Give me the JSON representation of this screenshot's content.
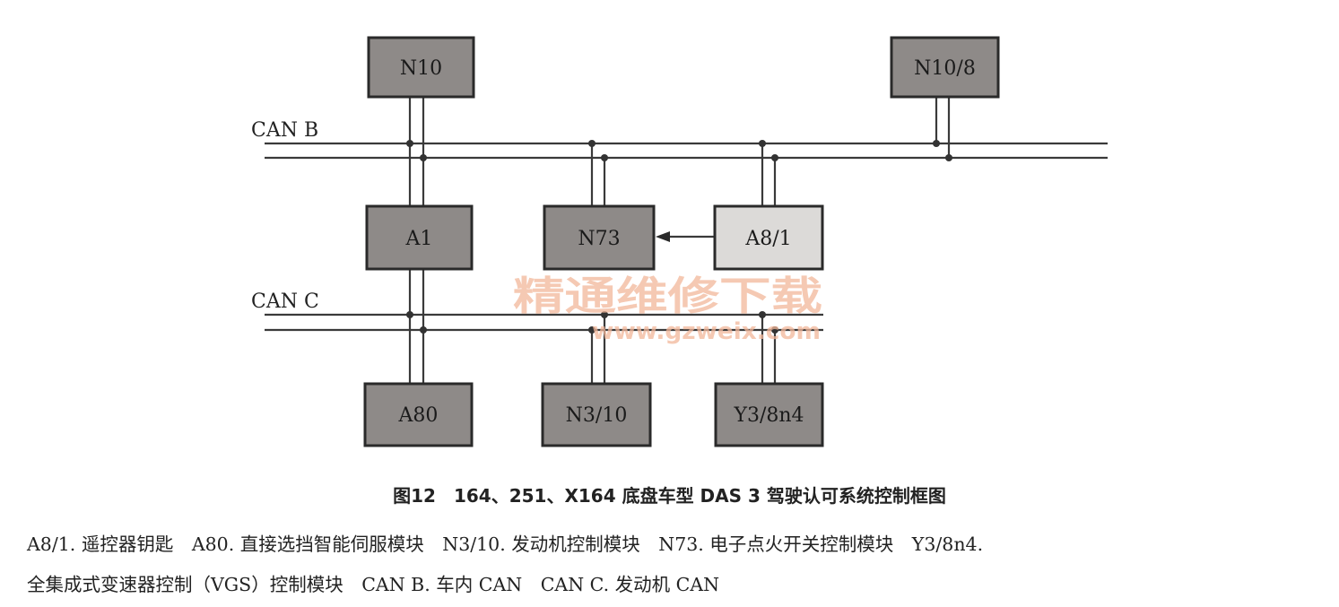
{
  "buses": [
    {
      "id": "canb",
      "label": "CAN B"
    },
    {
      "id": "canc",
      "label": "CAN C"
    }
  ],
  "nodes": [
    {
      "id": "N10",
      "label": "N10",
      "fill": "#8e8a88"
    },
    {
      "id": "N10_8",
      "label": "N10/8",
      "fill": "#8e8a88"
    },
    {
      "id": "A1",
      "label": "A1",
      "fill": "#8e8a88"
    },
    {
      "id": "N73",
      "label": "N73",
      "fill": "#8e8a88"
    },
    {
      "id": "A8_1",
      "label": "A8/1",
      "fill": "#dcdad8"
    },
    {
      "id": "A80",
      "label": "A80",
      "fill": "#8e8a88"
    },
    {
      "id": "N3_10",
      "label": "N3/10",
      "fill": "#8e8a88"
    },
    {
      "id": "Y3_8n4",
      "label": "Y3/8n4",
      "fill": "#8e8a88"
    }
  ],
  "watermark": {
    "cn": "精通维修下载",
    "url": "www.gzweix.com",
    "color": "#f2b79a"
  },
  "caption": "图12　164、251、X164 底盘车型 DAS 3 驾驶认可系统控制框图",
  "legend": {
    "line1": "A8/1. 遥控器钥匙　A80. 直接选挡智能伺服模块　N3/10. 发动机控制模块　N73. 电子点火开关控制模块　Y3/8n4.",
    "line2": "全集成式变速器控制（VGS）控制模块　CAN B. 车内 CAN　CAN C. 发动机 CAN"
  }
}
